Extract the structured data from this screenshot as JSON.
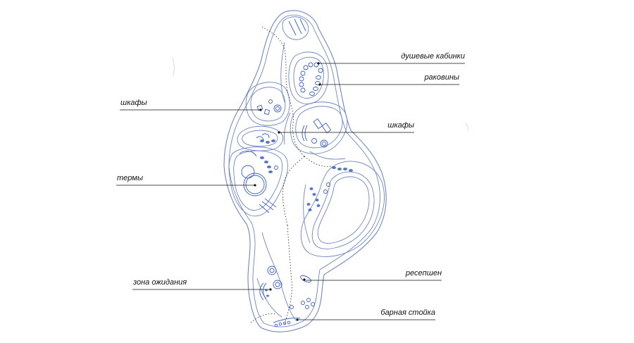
{
  "labels": {
    "shower_cabins": "душевые кабинки",
    "sinks": "раковины",
    "lockers_left": "шкафы",
    "lockers_right": "шкафы",
    "thermae": "термы",
    "waiting_area": "зона ожидания",
    "reception": "ресепшен",
    "bar_counter": "барная стойка"
  },
  "colors": {
    "wall": "#6f86c4",
    "furniture": "#3b5fc0",
    "text": "#111111",
    "background": "#ffffff"
  }
}
